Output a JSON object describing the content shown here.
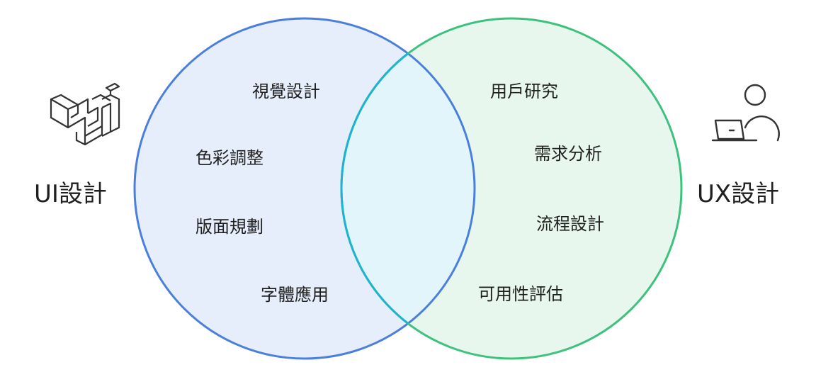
{
  "colors": {
    "ui_stroke": "#4a7fdc",
    "ui_fill": "#e6eefb",
    "ux_stroke": "#3cc27c",
    "ux_fill": "#e8f7ee",
    "overlap_fill": "#e2f5fb",
    "icon": "#333333"
  },
  "icons": {
    "left": "material-design-logo-icon",
    "right": "user-at-laptop-icon"
  },
  "left": {
    "title": "UI設計",
    "items": [
      "視覺設計",
      "色彩調整",
      "版面規劃",
      "字體應用"
    ]
  },
  "right": {
    "title": "UX設計",
    "items": [
      "用戶研究",
      "需求分析",
      "流程設計",
      "可用性評估"
    ]
  }
}
